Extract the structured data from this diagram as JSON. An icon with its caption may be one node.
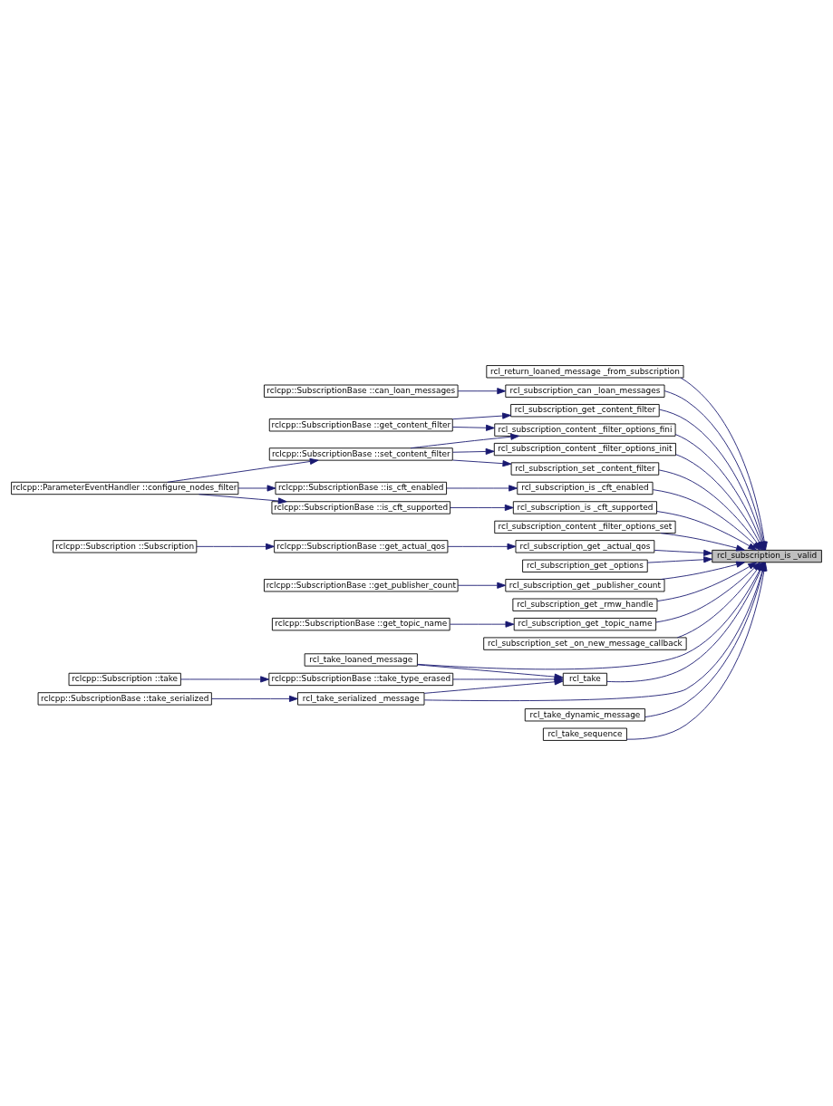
{
  "diagram": {
    "nodes": [
      {
        "text": [
          "rcl_subscription_is _valid"
        ]
      },
      {
        "text": [
          "rcl_return_loaned_message _from_subscription"
        ]
      },
      {
        "text": [
          "rclcpp::SubscriptionBase ::can_loan_messages"
        ]
      },
      {
        "text": [
          "rcl_subscription_can _loan_messages"
        ]
      },
      {
        "text": [
          "rcl_subscription_get _content_filter"
        ]
      },
      {
        "text": [
          "rclcpp::SubscriptionBase ::get_content_filter"
        ]
      },
      {
        "text": [
          "rcl_subscription_content _filter_options_fini"
        ]
      },
      {
        "text": [
          "rclcpp::SubscriptionBase ::set_content_filter"
        ]
      },
      {
        "text": [
          "rcl_subscription_content _filter_options_init"
        ]
      },
      {
        "text": [
          "rcl_subscription_set _content_filter"
        ]
      },
      {
        "text": [
          "rclcpp::ParameterEventHandler ::configure_nodes_filter"
        ]
      },
      {
        "text": [
          "rclcpp::SubscriptionBase ::is_cft_enabled"
        ]
      },
      {
        "text": [
          "rcl_subscription_is _cft_enabled"
        ]
      },
      {
        "text": [
          "rclcpp::SubscriptionBase ::is_cft_supported"
        ]
      },
      {
        "text": [
          "rcl_subscription_is _cft_supported"
        ]
      },
      {
        "text": [
          "rcl_subscription_content _filter_options_set"
        ]
      },
      {
        "text": [
          "rclcpp::Subscription ::Subscription"
        ]
      },
      {
        "text": [
          "rclcpp::SubscriptionBase ::get_actual_qos"
        ]
      },
      {
        "text": [
          "rcl_subscription_get _actual_qos"
        ]
      },
      {
        "text": [
          "rcl_subscription_get _options"
        ]
      },
      {
        "text": [
          "rclcpp::SubscriptionBase ::get_publisher_count"
        ]
      },
      {
        "text": [
          "rcl_subscription_get _publisher_count"
        ]
      },
      {
        "text": [
          "rcl_subscription_get _rmw_handle"
        ]
      },
      {
        "text": [
          "rclcpp::SubscriptionBase ::get_topic_name"
        ]
      },
      {
        "text": [
          "rcl_subscription_get _topic_name"
        ]
      },
      {
        "text": [
          "rcl_subscription_set _on_new_message_callback"
        ]
      },
      {
        "text": [
          "rcl_take_loaned_message"
        ]
      },
      {
        "text": [
          "rclcpp::Subscription ::take"
        ]
      },
      {
        "text": [
          "rclcpp::SubscriptionBase ::take_type_erased"
        ]
      },
      {
        "text": [
          "rcl_take"
        ]
      },
      {
        "text": [
          "rclcpp::SubscriptionBase ::take_serialized"
        ]
      },
      {
        "text": [
          "rcl_take_serialized _message"
        ]
      },
      {
        "text": [
          "rcl_take_dynamic_message"
        ]
      },
      {
        "text": [
          "rcl_take_sequence"
        ]
      }
    ],
    "edges": [
      {
        "from": 1,
        "to": 0,
        "arrow": "to"
      },
      {
        "from": 3,
        "to": 0,
        "arrow": "to"
      },
      {
        "from": 2,
        "to": 3,
        "arrow": "to"
      },
      {
        "from": 4,
        "to": 0,
        "arrow": "to"
      },
      {
        "from": 5,
        "to": 4,
        "arrow": "to"
      },
      {
        "from": 6,
        "to": 0,
        "arrow": "to"
      },
      {
        "from": 5,
        "to": 6,
        "arrow": "to"
      },
      {
        "from": 7,
        "to": 6,
        "arrow": "to"
      },
      {
        "from": 8,
        "to": 0,
        "arrow": "to"
      },
      {
        "from": 7,
        "to": 8,
        "arrow": "to"
      },
      {
        "from": 9,
        "to": 0,
        "arrow": "to"
      },
      {
        "from": 7,
        "to": 9,
        "arrow": "to"
      },
      {
        "from": 10,
        "to": 7,
        "arrow": "to"
      },
      {
        "from": 12,
        "to": 0,
        "arrow": "to"
      },
      {
        "from": 11,
        "to": 12,
        "arrow": "to"
      },
      {
        "from": 10,
        "to": 11,
        "arrow": "to"
      },
      {
        "from": 14,
        "to": 0,
        "arrow": "to"
      },
      {
        "from": 13,
        "to": 14,
        "arrow": "to"
      },
      {
        "from": 10,
        "to": 13,
        "arrow": "to"
      },
      {
        "from": 15,
        "to": 0,
        "arrow": "to"
      },
      {
        "from": 18,
        "to": 0,
        "arrow": "to"
      },
      {
        "from": 17,
        "to": 18,
        "arrow": "to"
      },
      {
        "from": 16,
        "to": 17,
        "arrow": "to"
      },
      {
        "from": 19,
        "to": 0,
        "arrow": "to"
      },
      {
        "from": 21,
        "to": 0,
        "arrow": "to"
      },
      {
        "from": 20,
        "to": 21,
        "arrow": "to"
      },
      {
        "from": 22,
        "to": 0,
        "arrow": "to"
      },
      {
        "from": 24,
        "to": 0,
        "arrow": "to"
      },
      {
        "from": 23,
        "to": 24,
        "arrow": "to"
      },
      {
        "from": 25,
        "to": 0,
        "arrow": "to"
      },
      {
        "from": 26,
        "to": 0,
        "arrow": "to"
      },
      {
        "from": 29,
        "to": 0,
        "arrow": "to"
      },
      {
        "from": 26,
        "to": 29,
        "arrow": "to"
      },
      {
        "from": 28,
        "to": 29,
        "arrow": "to"
      },
      {
        "from": 27,
        "to": 28,
        "arrow": "to"
      },
      {
        "from": 31,
        "to": 29,
        "arrow": "to"
      },
      {
        "from": 31,
        "to": 0,
        "arrow": "to"
      },
      {
        "from": 30,
        "to": 31,
        "arrow": "to"
      },
      {
        "from": 32,
        "to": 0,
        "arrow": "to"
      },
      {
        "from": 33,
        "to": 0,
        "arrow": "to"
      }
    ]
  }
}
